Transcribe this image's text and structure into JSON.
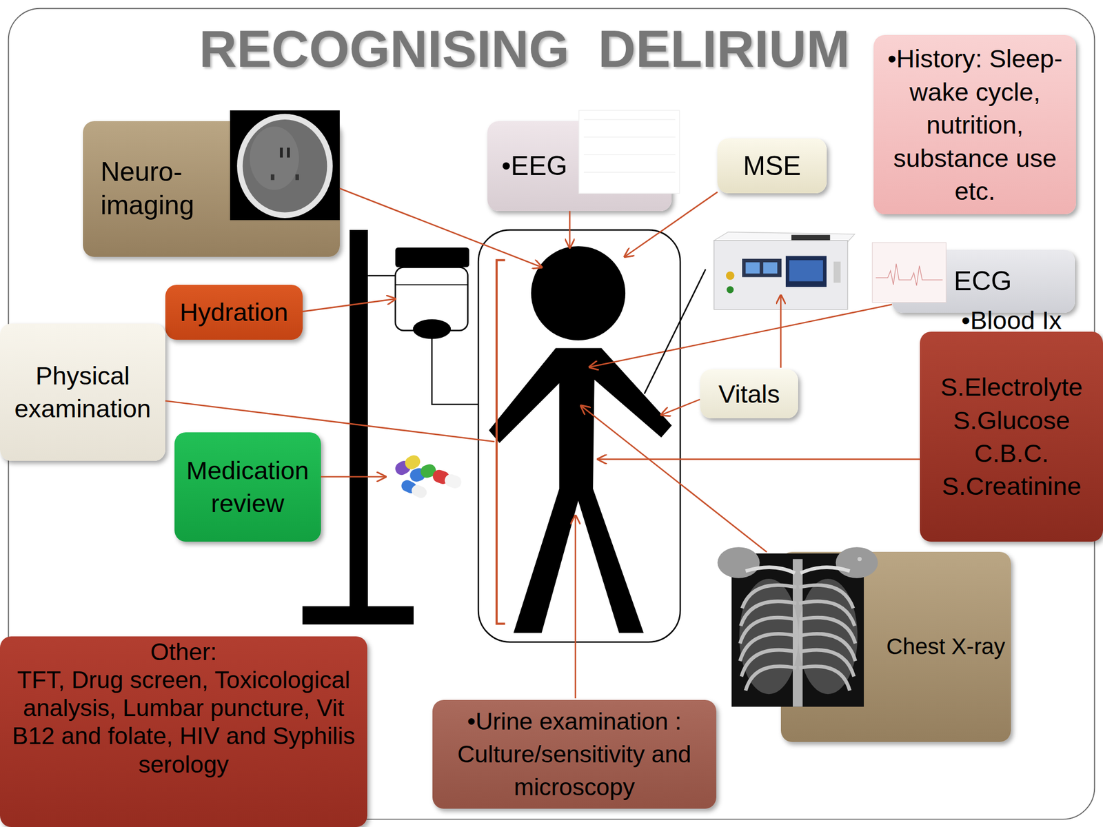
{
  "diagram": {
    "title": "RECOGNISING  DELIRIUM",
    "nodes": [
      {
        "text": [
          "Neuro-imaging"
        ]
      },
      {
        "text": [
          "•EEG"
        ]
      },
      {
        "text": [
          "MSE"
        ]
      },
      {
        "text": [
          "•History: Sleep-wake cycle, nutrition, substance use etc."
        ]
      },
      {
        "text": [
          "ECG"
        ]
      },
      {
        "text": [
          "•Blood Ix",
          "S.Electrolyte S.Glucose C.B.C. S.Creatinine"
        ]
      },
      {
        "text": [
          "Vitals"
        ]
      },
      {
        "text": [
          "Hydration"
        ]
      },
      {
        "text": [
          "Physical examination"
        ]
      },
      {
        "text": [
          "Medication review"
        ]
      },
      {
        "text": [
          "Chest X-ray"
        ]
      },
      {
        "text": [
          "•Urine examination : Culture/sensitivity and microscopy"
        ]
      },
      {
        "text": [
          "Other:",
          "TFT, Drug screen, Toxicological analysis, Lumbar puncture, Vit B12 and folate, HIV and Syphilis serology"
        ]
      }
    ]
  }
}
